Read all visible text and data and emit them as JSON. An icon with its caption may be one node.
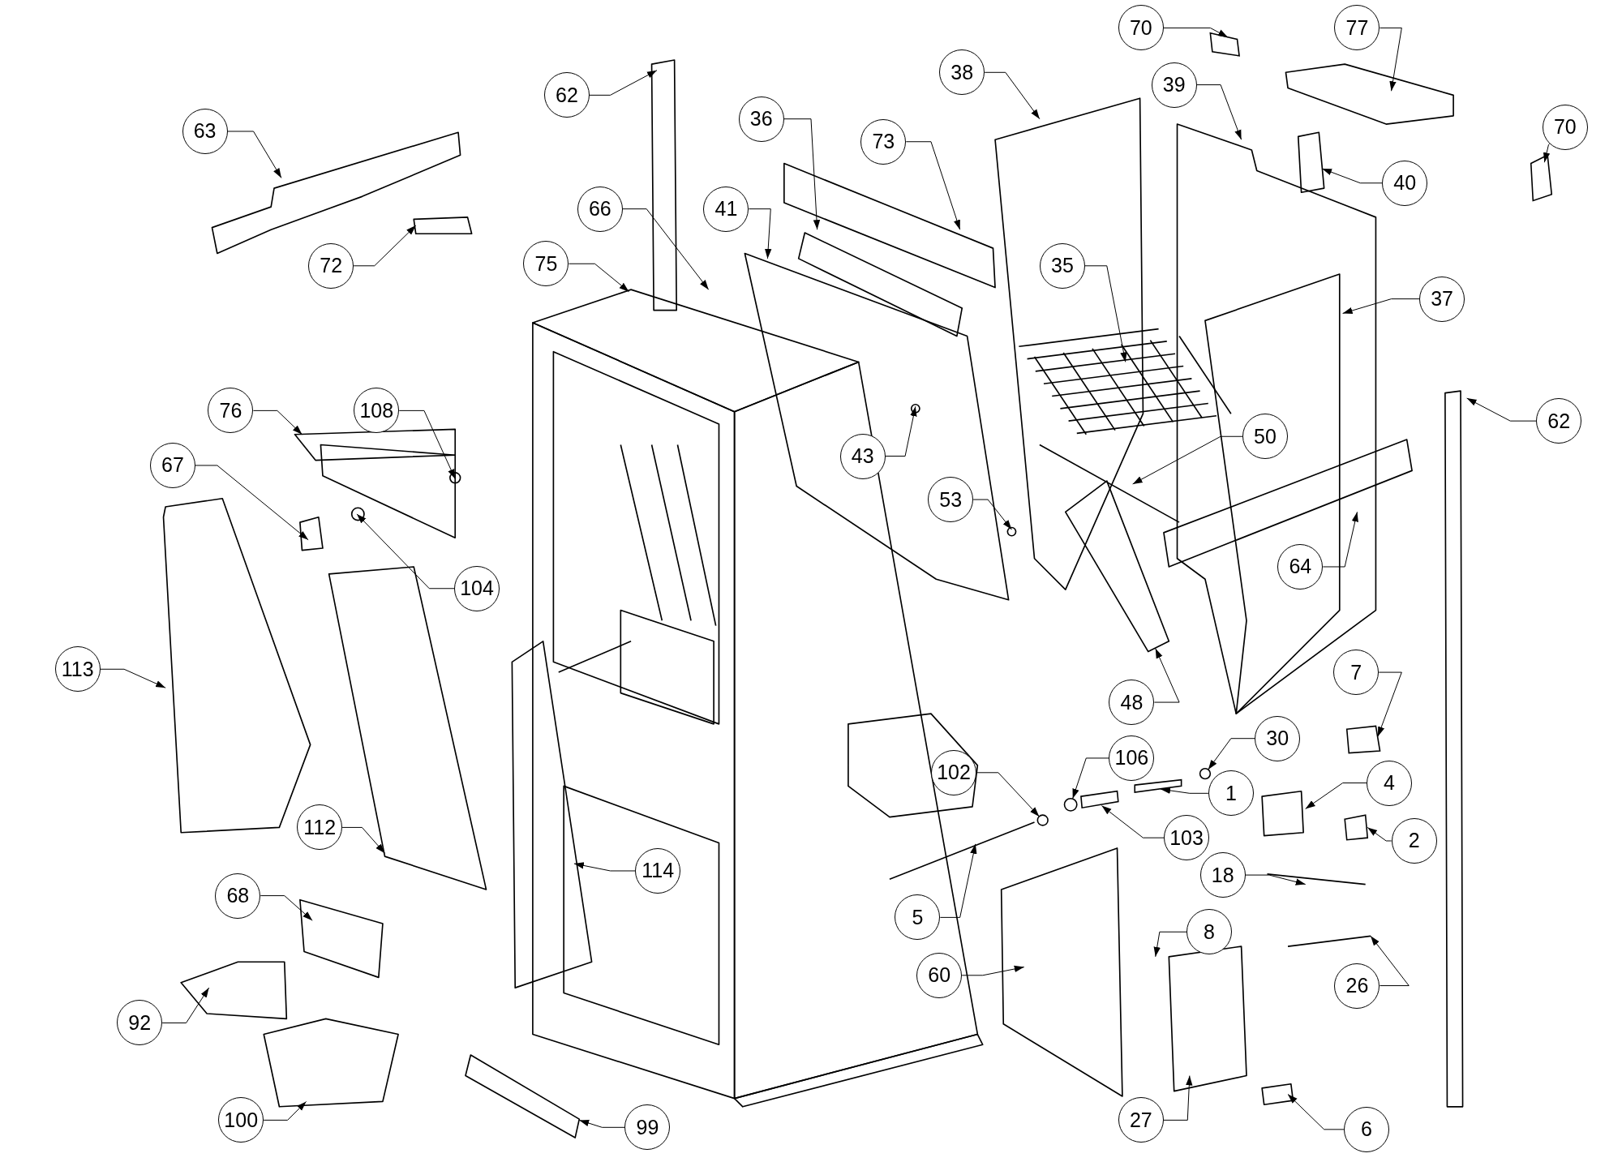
{
  "diagram": {
    "nodes": [
      {
        "text": [
          "62"
        ]
      },
      {
        "text": [
          "63"
        ]
      },
      {
        "text": [
          "70"
        ]
      },
      {
        "text": [
          "77"
        ]
      },
      {
        "text": [
          "38"
        ]
      },
      {
        "text": [
          "39"
        ]
      },
      {
        "text": [
          "70"
        ]
      },
      {
        "text": [
          "40"
        ]
      },
      {
        "text": [
          "36"
        ]
      },
      {
        "text": [
          "73"
        ]
      },
      {
        "text": [
          "72"
        ]
      },
      {
        "text": [
          "66"
        ]
      },
      {
        "text": [
          "41"
        ]
      },
      {
        "text": [
          "75"
        ]
      },
      {
        "text": [
          "35"
        ]
      },
      {
        "text": [
          "37"
        ]
      },
      {
        "text": [
          "76"
        ]
      },
      {
        "text": [
          "108"
        ]
      },
      {
        "text": [
          "62"
        ]
      },
      {
        "text": [
          "50"
        ]
      },
      {
        "text": [
          "67"
        ]
      },
      {
        "text": [
          "43"
        ]
      },
      {
        "text": [
          "53"
        ]
      },
      {
        "text": [
          "64"
        ]
      },
      {
        "text": [
          "104"
        ]
      },
      {
        "text": [
          "113"
        ]
      },
      {
        "text": [
          "7"
        ]
      },
      {
        "text": [
          "48"
        ]
      },
      {
        "text": [
          "102"
        ]
      },
      {
        "text": [
          "106"
        ]
      },
      {
        "text": [
          "30"
        ]
      },
      {
        "text": [
          "1"
        ]
      },
      {
        "text": [
          "4"
        ]
      },
      {
        "text": [
          "112"
        ]
      },
      {
        "text": [
          "103"
        ]
      },
      {
        "text": [
          "2"
        ]
      },
      {
        "text": [
          "114"
        ]
      },
      {
        "text": [
          "18"
        ]
      },
      {
        "text": [
          "5"
        ]
      },
      {
        "text": [
          "68"
        ]
      },
      {
        "text": [
          "8"
        ]
      },
      {
        "text": [
          "26"
        ]
      },
      {
        "text": [
          "60"
        ]
      },
      {
        "text": [
          "92"
        ]
      },
      {
        "text": [
          "27"
        ]
      },
      {
        "text": [
          "100"
        ]
      },
      {
        "text": [
          "99"
        ]
      },
      {
        "text": [
          "6"
        ]
      },
      {
        "text": [],
        "shape": "circle"
      },
      {
        "text": [],
        "shape": "circle"
      },
      {
        "text": [],
        "shape": "box"
      },
      {
        "text": [],
        "shape": "box"
      },
      {
        "text": [],
        "shape": "circle"
      },
      {
        "text": [],
        "shape": "box"
      },
      {
        "text": [],
        "shape": "box"
      },
      {
        "text": [],
        "shape": "box"
      },
      {
        "text": [],
        "shape": "box"
      }
    ],
    "edges": [
      {
        "from": 0,
        "to": null,
        "arrow": "to"
      },
      {
        "from": 1,
        "to": null,
        "arrow": "to"
      },
      {
        "from": 2,
        "to": 53,
        "arrow": "to"
      },
      {
        "from": 3,
        "to": null,
        "arrow": "to"
      },
      {
        "from": 4,
        "to": null,
        "arrow": "to"
      },
      {
        "from": 5,
        "to": null,
        "arrow": "to"
      },
      {
        "from": 6,
        "to": 56,
        "arrow": "to"
      },
      {
        "from": 7,
        "to": null,
        "arrow": "to"
      },
      {
        "from": 8,
        "to": null,
        "arrow": "to"
      },
      {
        "from": 9,
        "to": null,
        "arrow": "to"
      },
      {
        "from": 10,
        "to": null,
        "arrow": "to"
      },
      {
        "from": 11,
        "to": null,
        "arrow": "to"
      },
      {
        "from": 12,
        "to": null,
        "arrow": "to"
      },
      {
        "from": 13,
        "to": null,
        "arrow": "to"
      },
      {
        "from": 14,
        "to": null,
        "arrow": "to"
      },
      {
        "from": 15,
        "to": null,
        "arrow": "to"
      },
      {
        "from": 16,
        "to": null,
        "arrow": "to"
      },
      {
        "from": 17,
        "to": null,
        "arrow": "to"
      },
      {
        "from": 18,
        "to": null,
        "arrow": "to"
      },
      {
        "from": 19,
        "to": null,
        "arrow": "to"
      },
      {
        "from": 20,
        "to": null,
        "arrow": "to"
      },
      {
        "from": 21,
        "to": null,
        "arrow": "to"
      },
      {
        "from": 22,
        "to": null,
        "arrow": "to"
      },
      {
        "from": 23,
        "to": null,
        "arrow": "to"
      },
      {
        "from": 24,
        "to": null,
        "arrow": "to"
      },
      {
        "from": 25,
        "to": null,
        "arrow": "to"
      },
      {
        "from": 26,
        "to": 55,
        "arrow": "to"
      },
      {
        "from": 27,
        "to": null,
        "arrow": "to"
      },
      {
        "from": 28,
        "to": 48,
        "arrow": "to"
      },
      {
        "from": 29,
        "to": 49,
        "arrow": "to"
      },
      {
        "from": 30,
        "to": 52,
        "arrow": "to"
      },
      {
        "from": 31,
        "to": 51,
        "arrow": "to"
      },
      {
        "from": 32,
        "to": null,
        "arrow": "to"
      },
      {
        "from": 33,
        "to": null,
        "arrow": "to"
      },
      {
        "from": 34,
        "to": 50,
        "arrow": "to"
      },
      {
        "from": 35,
        "to": 54,
        "arrow": "to"
      },
      {
        "from": 36,
        "to": null,
        "arrow": "to"
      },
      {
        "from": 37,
        "to": null,
        "arrow": "to"
      },
      {
        "from": 38,
        "to": null,
        "arrow": "to"
      },
      {
        "from": 39,
        "to": null,
        "arrow": "to"
      },
      {
        "from": 40,
        "to": null,
        "arrow": "to"
      },
      {
        "from": 41,
        "to": null,
        "arrow": "to"
      },
      {
        "from": 42,
        "to": null,
        "arrow": "to"
      },
      {
        "from": 43,
        "to": null,
        "arrow": "to"
      },
      {
        "from": 44,
        "to": null,
        "arrow": "to"
      },
      {
        "from": 45,
        "to": null,
        "arrow": "to"
      },
      {
        "from": 46,
        "to": null,
        "arrow": "to"
      },
      {
        "from": 47,
        "to": null,
        "arrow": "to"
      }
    ]
  }
}
